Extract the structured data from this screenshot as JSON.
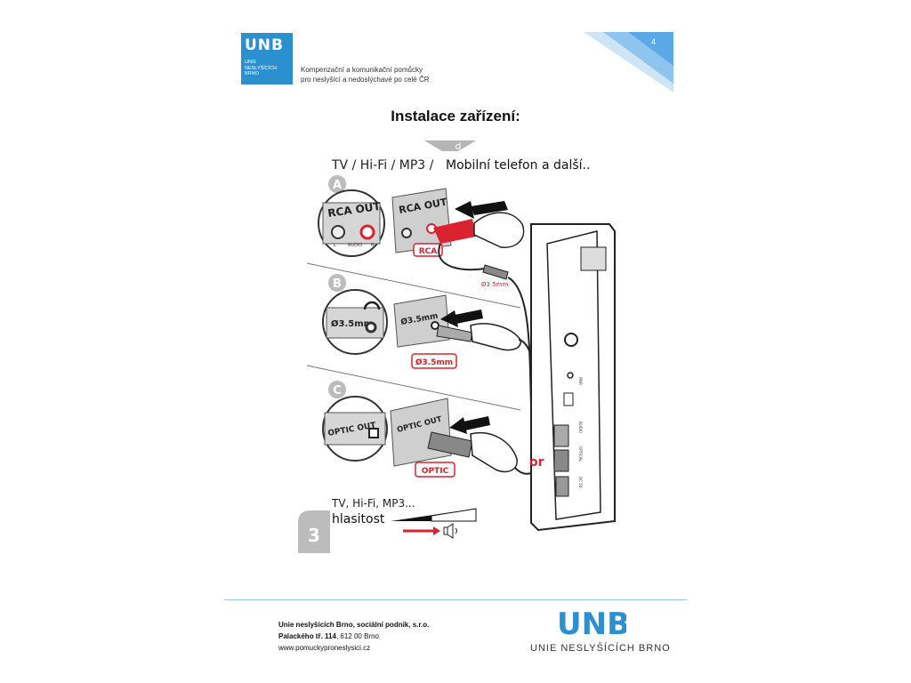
{
  "header": {
    "logo_mark": "UNB",
    "logo_sub_lines": [
      "UNIE",
      "NESLYŠÍCÍCH",
      "BRNO"
    ],
    "tagline_line1": "Kompenzační a komunikační pomůcky",
    "tagline_line2": "pro neslyšící a nedoslýchavé po celé ČR",
    "page_number": "4"
  },
  "title": "Instalace zařízení:",
  "illustration": {
    "step_tab": "d",
    "source_left": "TV / Hi-Fi / MP3 /",
    "source_right": "Mobilní telefon a další..",
    "sections": [
      {
        "badge": "A",
        "port_label": "RCA OUT",
        "sub_labels": [
          "L",
          "AUDIO",
          "R"
        ],
        "connector_tag": "RCA",
        "cable_tag": "Ø3.5mm"
      },
      {
        "badge": "B",
        "port_label": "Ø3.5mm",
        "connector_tag": "Ø3.5mm"
      },
      {
        "badge": "C",
        "port_label": "OPTIC OUT",
        "connector_tag": "OPTIC"
      }
    ],
    "or_label": "or",
    "volume_source": "TV, Hi-Fi, MP3...",
    "volume_label": "hlasitost",
    "step_number": "3",
    "device_labels": [
      "PAIR",
      "AUDIO",
      "OPTICAL",
      "DC 5V"
    ]
  },
  "footer": {
    "company": "Unie neslyšících Brno, sociální podnik, s.r.o.",
    "address_bold": "Palackého tř. 114",
    "address_rest": ", 612 00 Brno",
    "web": "www.pomuckyproneslysici.cz",
    "logo_mark": "UNB",
    "logo_sub": "UNIE NESLYŠÍCÍCH BRNO"
  },
  "colors": {
    "brand_blue": "#2b8fd0",
    "accent_red": "#d9232e",
    "corner_blue": "#5aa9e6"
  }
}
